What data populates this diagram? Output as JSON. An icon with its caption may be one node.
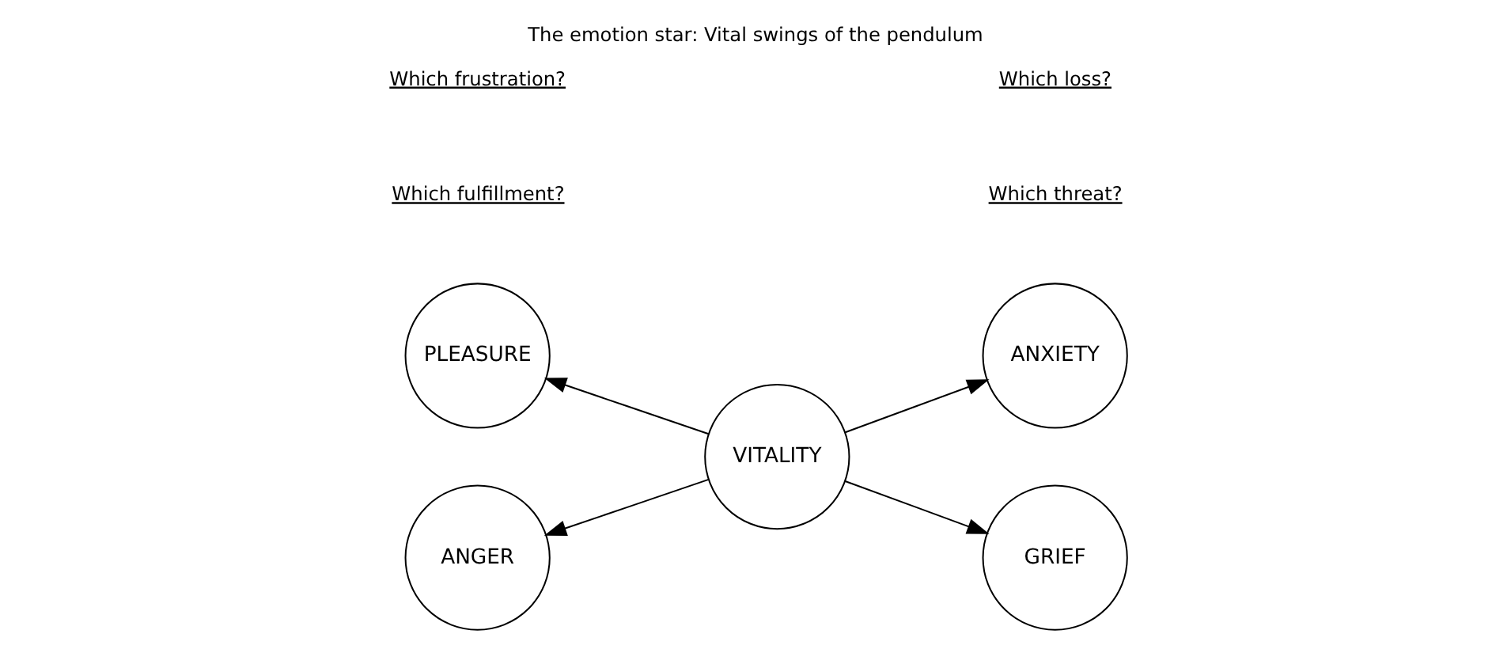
{
  "diagram": {
    "title": "The emotion star: Vital swings of the pendulum",
    "nodes": [
      {
        "text": [
          "PLEASURE"
        ]
      },
      {
        "text": [
          "ANXIETY"
        ]
      },
      {
        "text": [
          "VITALITY"
        ]
      },
      {
        "text": [
          "ANGER"
        ]
      },
      {
        "text": [
          "GRIEF"
        ]
      }
    ],
    "edges": [
      {
        "from": 2,
        "to": 0,
        "arrow": "to"
      },
      {
        "from": 2,
        "to": 1,
        "arrow": "to"
      },
      {
        "from": 2,
        "to": 3,
        "arrow": "to"
      },
      {
        "from": 2,
        "to": 4,
        "arrow": "to"
      }
    ],
    "labels": [
      "Which fulfillment?",
      "Which threat?",
      "Which frustration?",
      "Which loss?"
    ]
  }
}
